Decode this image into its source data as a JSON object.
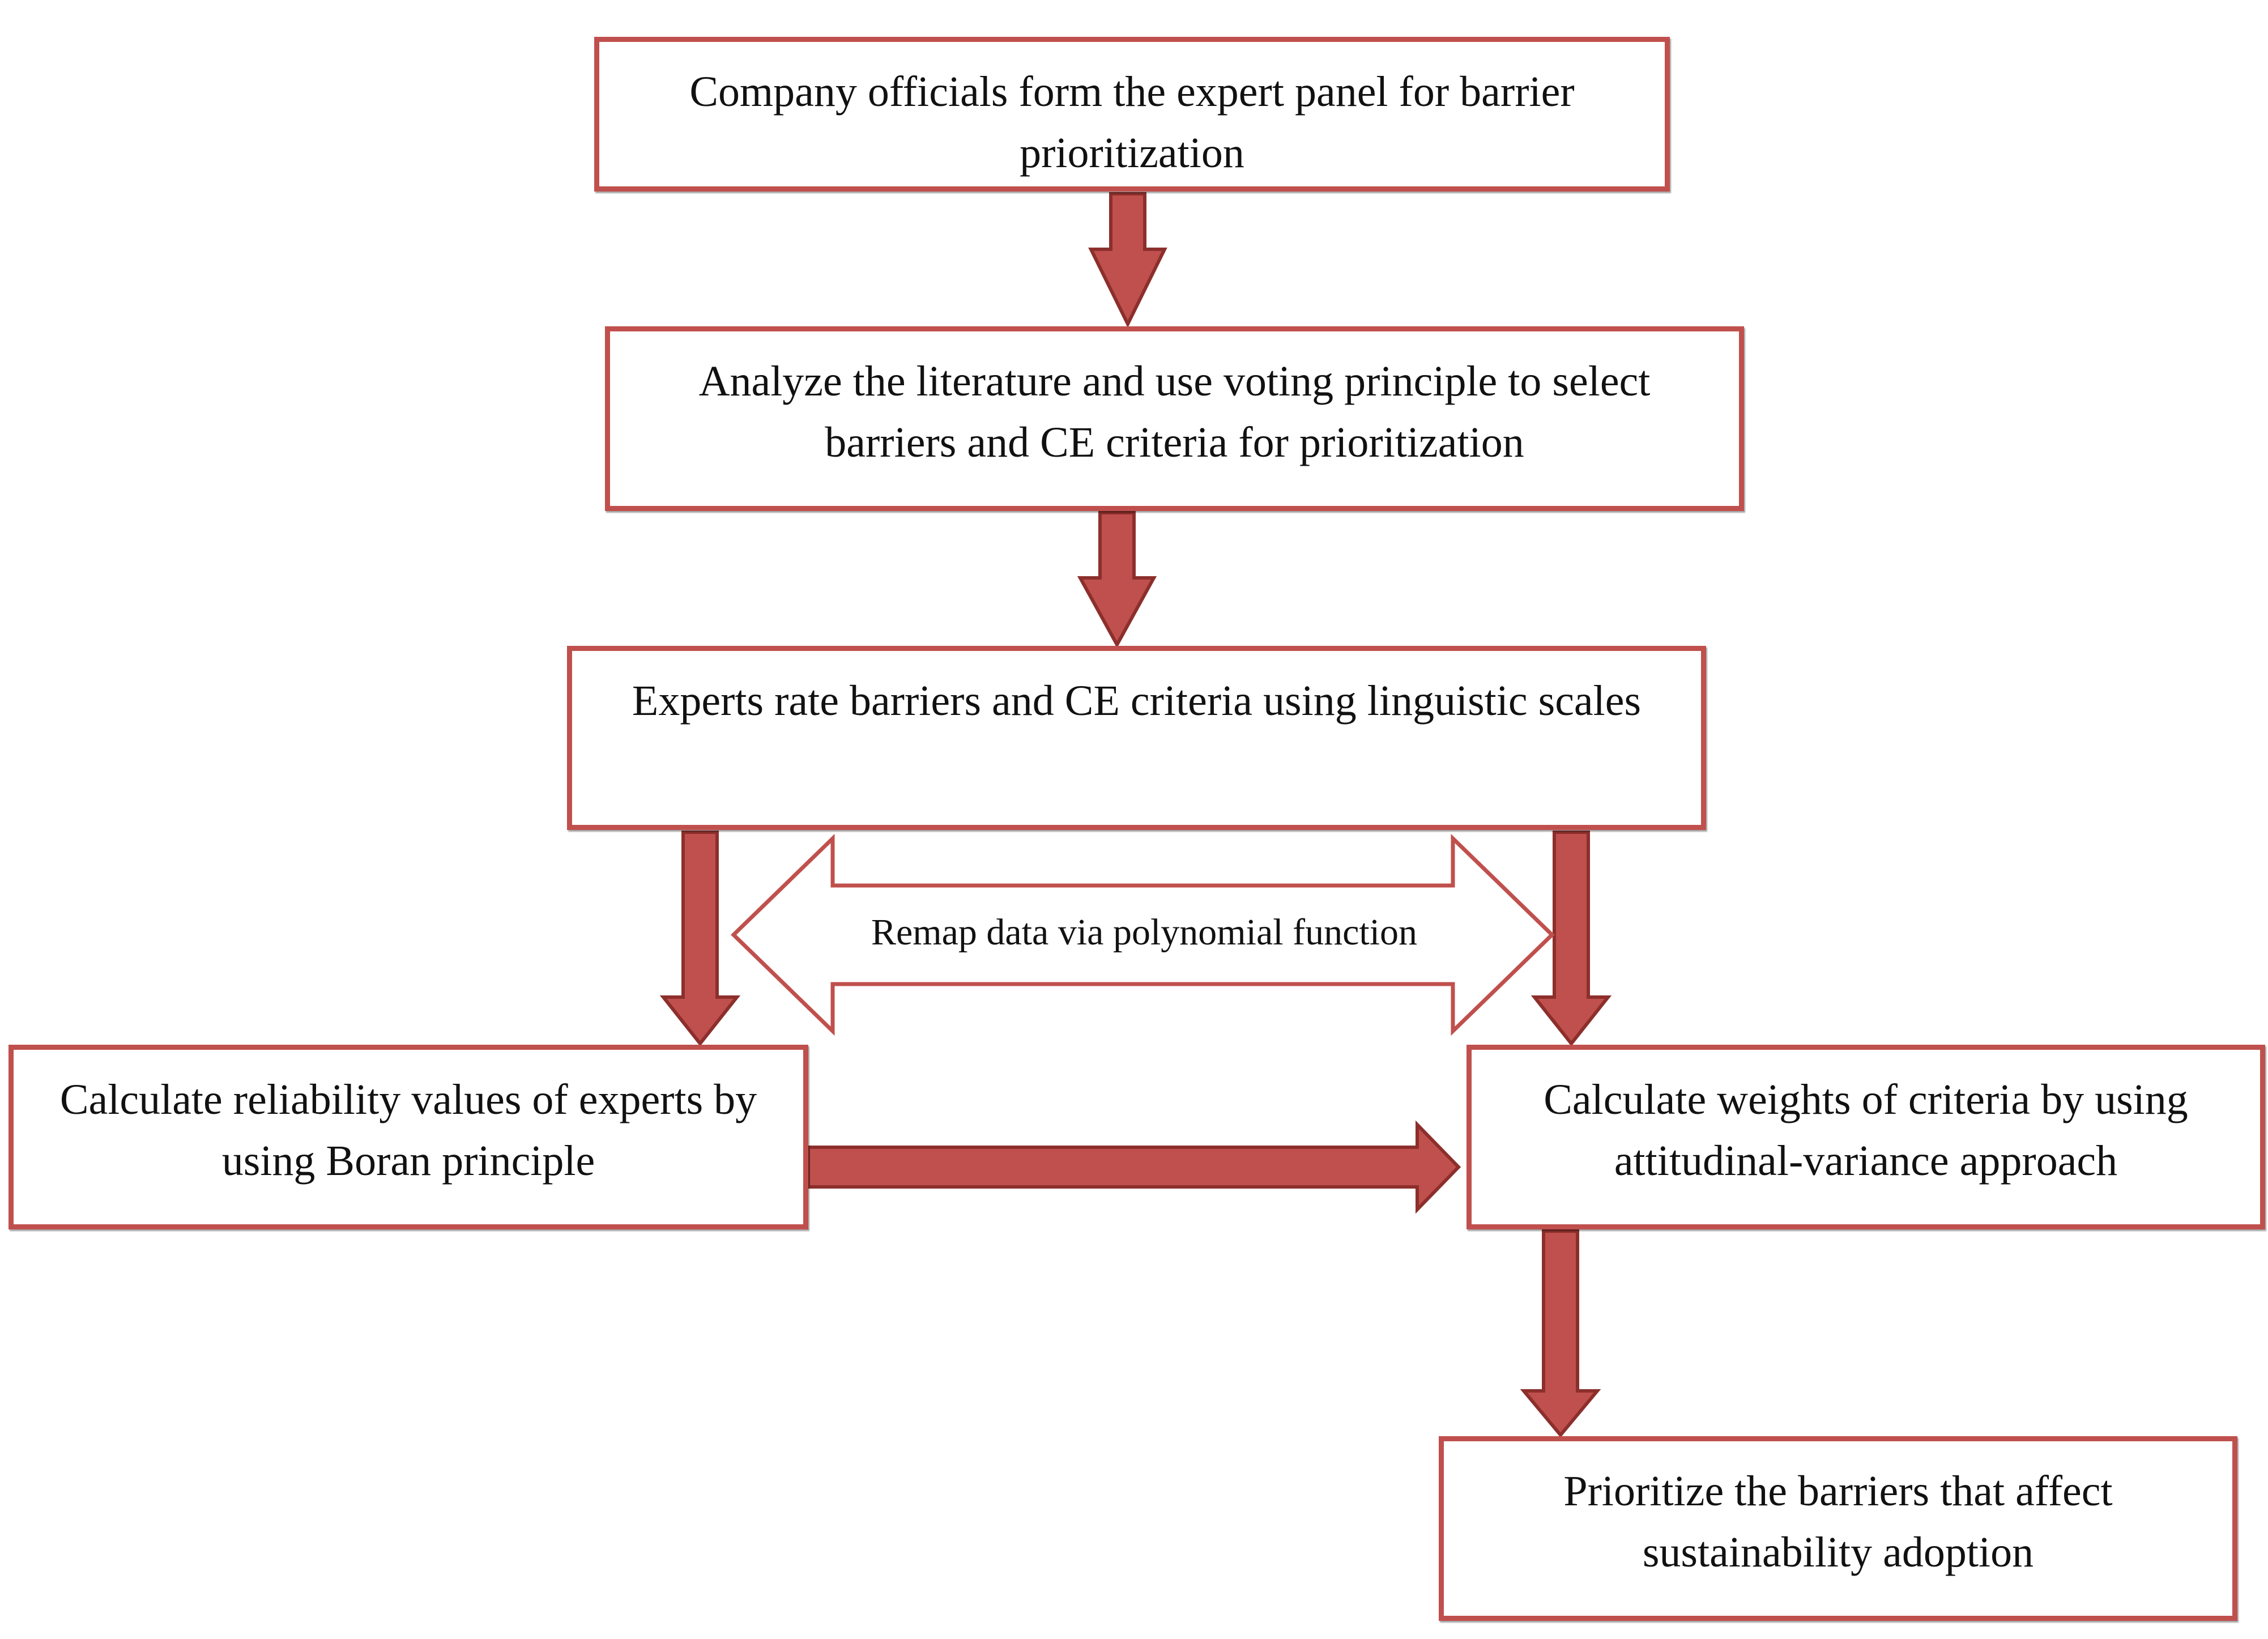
{
  "flowchart": {
    "steps": [
      {
        "id": "step-1",
        "text": "Company officials form the expert panel for barrier prioritization"
      },
      {
        "id": "step-2",
        "text": "Analyze the literature and use voting principle to select barriers and CE criteria for prioritization"
      },
      {
        "id": "step-3",
        "text": "Experts rate barriers and CE criteria using linguistic scales"
      },
      {
        "id": "step-4",
        "text": "Calculate reliability values of experts by using Boran principle"
      },
      {
        "id": "step-5",
        "text": "Calculate weights of criteria by using attitudinal-variance approach"
      },
      {
        "id": "step-6",
        "text": "Prioritize the barriers that affect sustainability adoption"
      }
    ],
    "connector_label": "Remap data via polynomial function",
    "colors": {
      "box_border": "#c0504d",
      "arrow_fill": "#c0504d",
      "arrow_outline": "#8c2f2c",
      "text": "#111111"
    },
    "connections": [
      {
        "from": "step-1",
        "to": "step-2"
      },
      {
        "from": "step-2",
        "to": "step-3"
      },
      {
        "from": "step-3",
        "to": "step-4"
      },
      {
        "from": "step-3",
        "to": "step-5"
      },
      {
        "from": "step-4",
        "to": "step-5"
      },
      {
        "from": "step-4",
        "to": "step-5",
        "kind": "double-headed",
        "label": "Remap data via polynomial function"
      },
      {
        "from": "step-5",
        "to": "step-6"
      }
    ]
  }
}
